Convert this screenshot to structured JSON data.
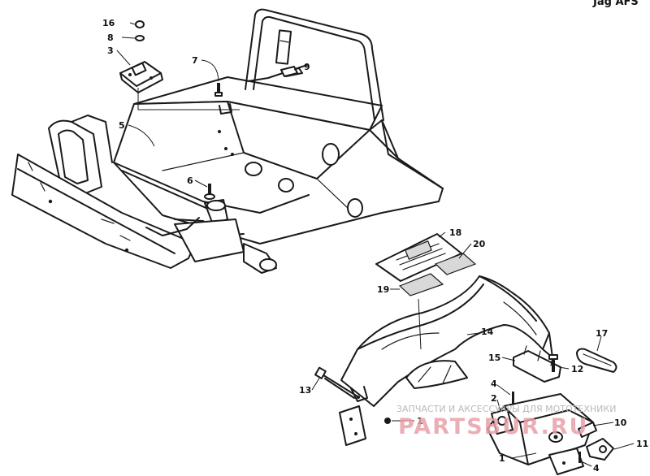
{
  "header_text": "Jag AFS",
  "callouts": [
    {
      "id": "c16",
      "label": "16"
    },
    {
      "id": "c8",
      "label": "8"
    },
    {
      "id": "c3",
      "label": "3"
    },
    {
      "id": "c7",
      "label": "7"
    },
    {
      "id": "c9",
      "label": "9"
    },
    {
      "id": "c5",
      "label": "5"
    },
    {
      "id": "c6",
      "label": "6"
    },
    {
      "id": "c18",
      "label": "18"
    },
    {
      "id": "c20",
      "label": "20"
    },
    {
      "id": "c19",
      "label": "19"
    },
    {
      "id": "c14",
      "label": "14"
    },
    {
      "id": "c17",
      "label": "17"
    },
    {
      "id": "c15",
      "label": "15"
    },
    {
      "id": "c12",
      "label": "12"
    },
    {
      "id": "c13",
      "label": "13"
    },
    {
      "id": "c4a",
      "label": "4"
    },
    {
      "id": "c2",
      "label": "2"
    },
    {
      "id": "c1a",
      "label": "1"
    },
    {
      "id": "c10",
      "label": "10"
    },
    {
      "id": "c1b",
      "label": "1"
    },
    {
      "id": "c11",
      "label": "11"
    },
    {
      "id": "c4b",
      "label": "4"
    }
  ],
  "watermark": {
    "line1": "ЗАПЧАСТИ И АКСЕССУАРЫ ДЛЯ МОТОТЕХНИКИ",
    "line2": "PARTSBUR.RU"
  }
}
